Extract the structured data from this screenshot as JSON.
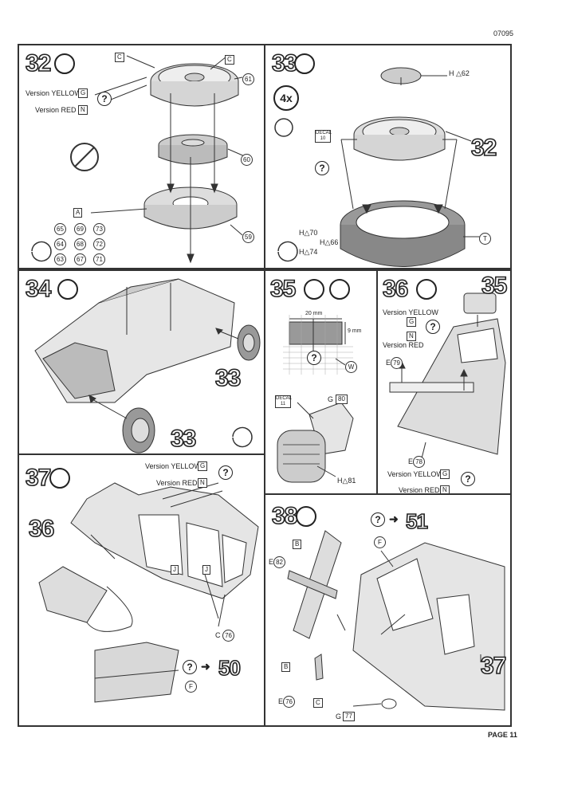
{
  "header": {
    "code": "07095"
  },
  "footer": {
    "page": "PAGE 11"
  },
  "steps": {
    "s32": {
      "num": "32",
      "version_yellow": "Version YELLOW",
      "yellow_code": "G",
      "version_red": "Version RED",
      "red_code": "N",
      "tag_c1": "C",
      "tag_c2": "C",
      "tag_a": "A",
      "p61": "61",
      "p60": "60",
      "p59": "59",
      "parts": [
        "65",
        "69",
        "73",
        "64",
        "68",
        "72",
        "63",
        "67",
        "71"
      ]
    },
    "s33": {
      "num": "33",
      "count": "4x",
      "decal_word": "DECAL",
      "decal_no": "10",
      "ref": "32",
      "h62": "62",
      "h70": "70",
      "h66": "66",
      "h74": "74",
      "t": "T",
      "h_letter": "H"
    },
    "s34": {
      "num": "34",
      "ref1": "33",
      "ref2": "33"
    },
    "s35": {
      "num": "35",
      "dim_w": "20 mm",
      "dim_h": "9 mm",
      "w": "W",
      "g": "G",
      "g80": "80",
      "decal_word": "DECAL",
      "decal_no": "11",
      "h": "H",
      "h81": "81"
    },
    "s36": {
      "num": "36",
      "ref": "35",
      "version_yellow": "Version YELLOW",
      "yellow_code": "G",
      "version_red": "Version RED",
      "red_code": "N",
      "e79": "79",
      "e78": "78",
      "e_letter": "E",
      "version_yellow2": "Version YELLOW",
      "yellow_code2": "G",
      "version_red2": "Version RED",
      "red_code2": "N"
    },
    "s37": {
      "num": "37",
      "ref": "36",
      "version_yellow": "Version YELLOW",
      "yellow_code": "G",
      "version_red": "Version RED",
      "red_code": "N",
      "j1": "J",
      "j2": "J",
      "c_letter": "C",
      "c76": "76",
      "arrow_to": "50",
      "f": "F"
    },
    "s38": {
      "num": "38",
      "arrow_to": "51",
      "f": "F",
      "b1": "B",
      "e_letter": "E",
      "e82": "82",
      "ref": "37",
      "b2": "B",
      "e76": "76",
      "c": "C",
      "g": "G",
      "g77": "77"
    }
  }
}
